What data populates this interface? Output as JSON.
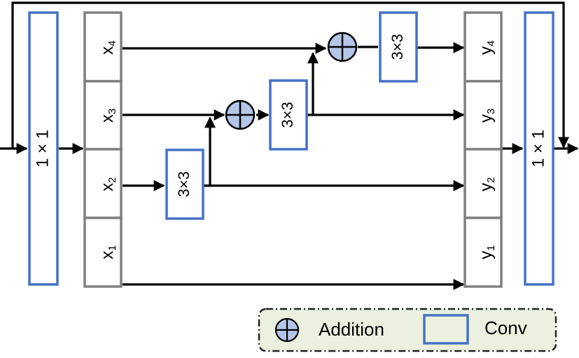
{
  "diagram": {
    "input_conv_label": "1 × 1",
    "output_conv_label": "1 × 1",
    "splits": [
      {
        "base": "x",
        "sub": "4"
      },
      {
        "base": "x",
        "sub": "3"
      },
      {
        "base": "x",
        "sub": "2"
      },
      {
        "base": "x",
        "sub": "1"
      }
    ],
    "outputs": [
      {
        "base": "y",
        "sub": "4"
      },
      {
        "base": "y",
        "sub": "3"
      },
      {
        "base": "y",
        "sub": "2"
      },
      {
        "base": "y",
        "sub": "1"
      }
    ],
    "conv3x3_labels": [
      "3×3",
      "3×3",
      "3×3"
    ],
    "legend": {
      "addition_label": "Addition",
      "conv_label": "Conv"
    }
  },
  "colors": {
    "conv_border": "#4472C4",
    "split_border": "#808080",
    "addition_fill": "#B4C6E7",
    "legend_fill": "#EBF1DE",
    "legend_border": "#222222",
    "line": "#000000"
  }
}
